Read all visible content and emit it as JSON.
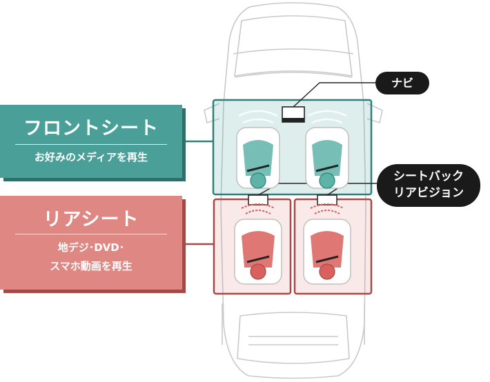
{
  "front_seat": {
    "title": "フロントシート",
    "subtitle": "お好みのメディアを再生",
    "color": "#4a9f98",
    "shadow_color": "#2f6f6a"
  },
  "rear_seat": {
    "title": "リアシート",
    "subtitle_line1": "地デジ･DVD･",
    "subtitle_line2": "スマホ動画を再生",
    "color": "#df8783",
    "shadow_color": "#a34a49"
  },
  "callouts": {
    "navi": "ナビ",
    "seatback_line1": "シートバック",
    "seatback_line2": "リアビジョン"
  },
  "icons": [
    "car-outline-icon",
    "passenger-icon",
    "sound-wave-icon",
    "navi-screen-icon",
    "rear-vision-screen-icon"
  ]
}
